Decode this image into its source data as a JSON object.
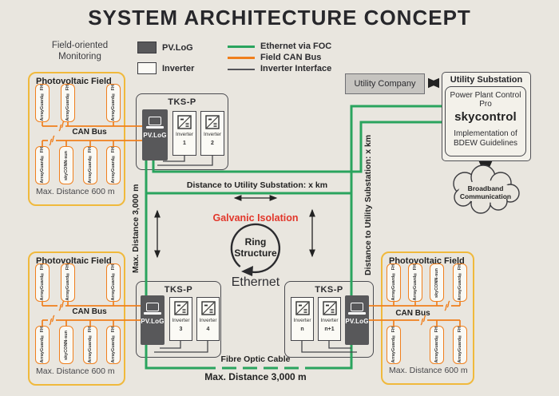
{
  "title": "SYSTEM ARCHITECTURE CONCEPT",
  "monitoring": {
    "line1": "Field-oriented",
    "line2": "Monitoring"
  },
  "legend": {
    "pvlog": "PV.LoG",
    "inverter": "Inverter",
    "ethernet": "Ethernet via FOC",
    "can": "Field CAN Bus",
    "inverter_if": "Inverter Interface"
  },
  "utility_company": "Utility Company",
  "substation": {
    "title": "Utility Substation",
    "subtitle": "Power Plant Control Pro",
    "product": "skycontrol",
    "note1": "Implementation of",
    "note2": "BDEW Guidelines"
  },
  "cloud": {
    "line1": "Broadband",
    "line2": "Communication"
  },
  "fields": {
    "top_left": {
      "title": "Photovoltaic Field",
      "can_bus": "CAN Bus",
      "max_distance": "Max. Distance 600 m",
      "row1": [
        "ArrayGuard® FH",
        "ArrayGuard® FH",
        "ArrayGuard® FH"
      ],
      "row2": [
        "ArrayGuard® FH",
        "skyCONN-sun",
        "ArrayGuard® FH",
        "ArrayGuard® FH"
      ]
    },
    "bottom_left": {
      "title": "Photovoltaic Field",
      "can_bus": "CAN Bus",
      "max_distance": "Max. Distance 600 m",
      "row1": [
        "ArrayGuard® FH",
        "ArrayGuard® FH",
        "ArrayGuard® FH"
      ],
      "row2": [
        "ArrayGuard® FH",
        "skyCONN-sun",
        "ArrayGuard® FH",
        "ArrayGuard® FH"
      ]
    },
    "bottom_right": {
      "title": "Photovoltaic Field",
      "can_bus": "CAN Bus",
      "max_distance": "Max. Distance 600 m",
      "row1": [
        "ArrayGuard® FH",
        "ArrayGuard® FH",
        "skyCONN-sun",
        "ArrayGuard® FH"
      ],
      "row2": [
        "ArrayGuard® FH",
        "ArrayGuard® FH",
        "ArrayGuard® FH"
      ]
    }
  },
  "tks": {
    "top": {
      "title": "TKS-P",
      "pvlog": "PV.LoG",
      "inv1_label": "Inverter",
      "inv1_num": "1",
      "inv2_label": "Inverter",
      "inv2_num": "2"
    },
    "bottom_left": {
      "title": "TKS-P",
      "pvlog": "PV.LoG",
      "inv1_label": "Inverter",
      "inv1_num": "3",
      "inv2_label": "Inverter",
      "inv2_num": "4"
    },
    "bottom_right": {
      "title": "TKS-P",
      "pvlog": "PV.LoG",
      "inv1_label": "Inverter",
      "inv1_num": "n",
      "inv2_label": "Inverter",
      "inv2_num": "n+1"
    }
  },
  "middle": {
    "dist_top": "Distance to Utility Substation: x km",
    "dist_right": "Distance to Utility Substation: x km",
    "max_left": "Max. Distance 3,000 m",
    "galvanic": "Galvanic Isolation",
    "ring1": "Ring",
    "ring2": "Structure",
    "ethernet": "Ethernet",
    "fibre": "Fibre Optic Cable",
    "max_bottom": "Max. Distance 3,000 m"
  },
  "colors": {
    "bg": "#e9e6df",
    "green": "#2aa45e",
    "orange": "#f07f1d",
    "yellow": "#f0b93c",
    "red": "#e2372b",
    "grayfill": "#c6c4c0",
    "boxdark": "#58585a"
  }
}
